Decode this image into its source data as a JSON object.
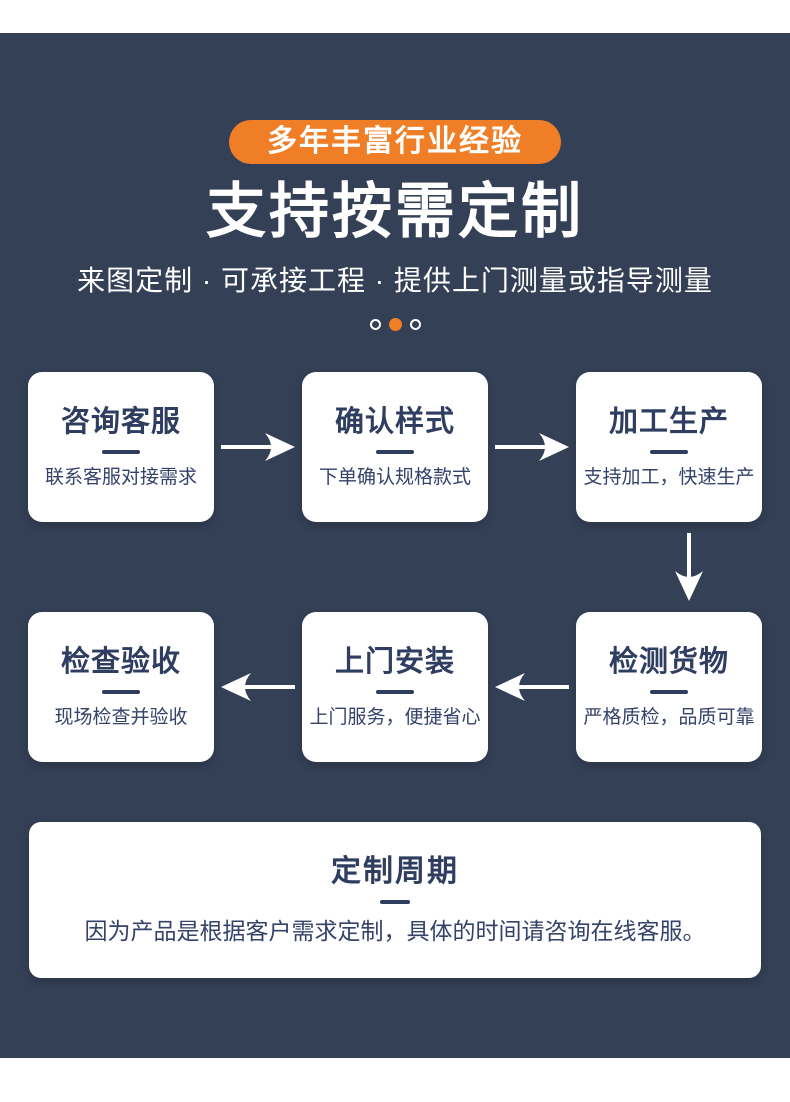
{
  "theme": {
    "panel_bg": "#344056",
    "accent_orange": "#F07E26",
    "card_bg": "#ffffff",
    "ink_navy": "#2F3D60"
  },
  "hero": {
    "badge": "多年丰富行业经验",
    "title": "支持按需定制",
    "subtitle": "来图定制 · 可承接工程 · 提供上门测量或指导测量"
  },
  "carousel": {
    "dots": [
      "inactive",
      "active",
      "inactive"
    ],
    "active_index": 1
  },
  "steps": [
    {
      "title": "咨询客服",
      "desc": "联系客服对接需求"
    },
    {
      "title": "确认样式",
      "desc": "下单确认规格款式"
    },
    {
      "title": "加工生产",
      "desc": "支持加工，快速生产"
    },
    {
      "title": "检测货物",
      "desc": "严格质检，品质可靠"
    },
    {
      "title": "上门安装",
      "desc": "上门服务，便捷省心"
    },
    {
      "title": "检查验收",
      "desc": "现场检查并验收"
    }
  ],
  "notice": {
    "title": "定制周期",
    "body": "因为产品是根据客户需求定制，具体的时间请咨询在线客服。"
  }
}
